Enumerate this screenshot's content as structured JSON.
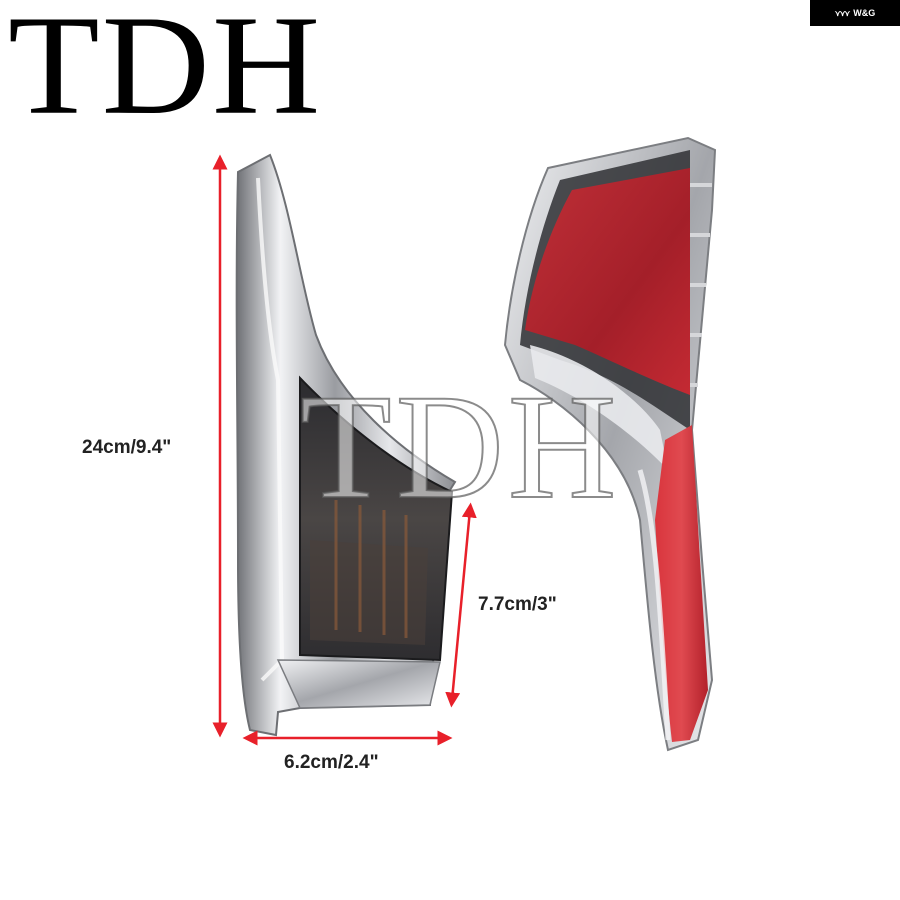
{
  "brand": {
    "logo_text": "TDH"
  },
  "badge": {
    "wing_glyph": "⋎⋎⋎",
    "text": "W&G"
  },
  "dimensions": {
    "height": "24cm/9.4\"",
    "width": "6.2cm/2.4\"",
    "depth": "7.7cm/3\""
  },
  "watermark": {
    "text": "TDH"
  },
  "colors": {
    "dimension_line": "#e8202a",
    "chrome": "#c9ccd1",
    "smoked_lens": "#3a3a3e",
    "adhesive_pad": "#b5222c"
  }
}
